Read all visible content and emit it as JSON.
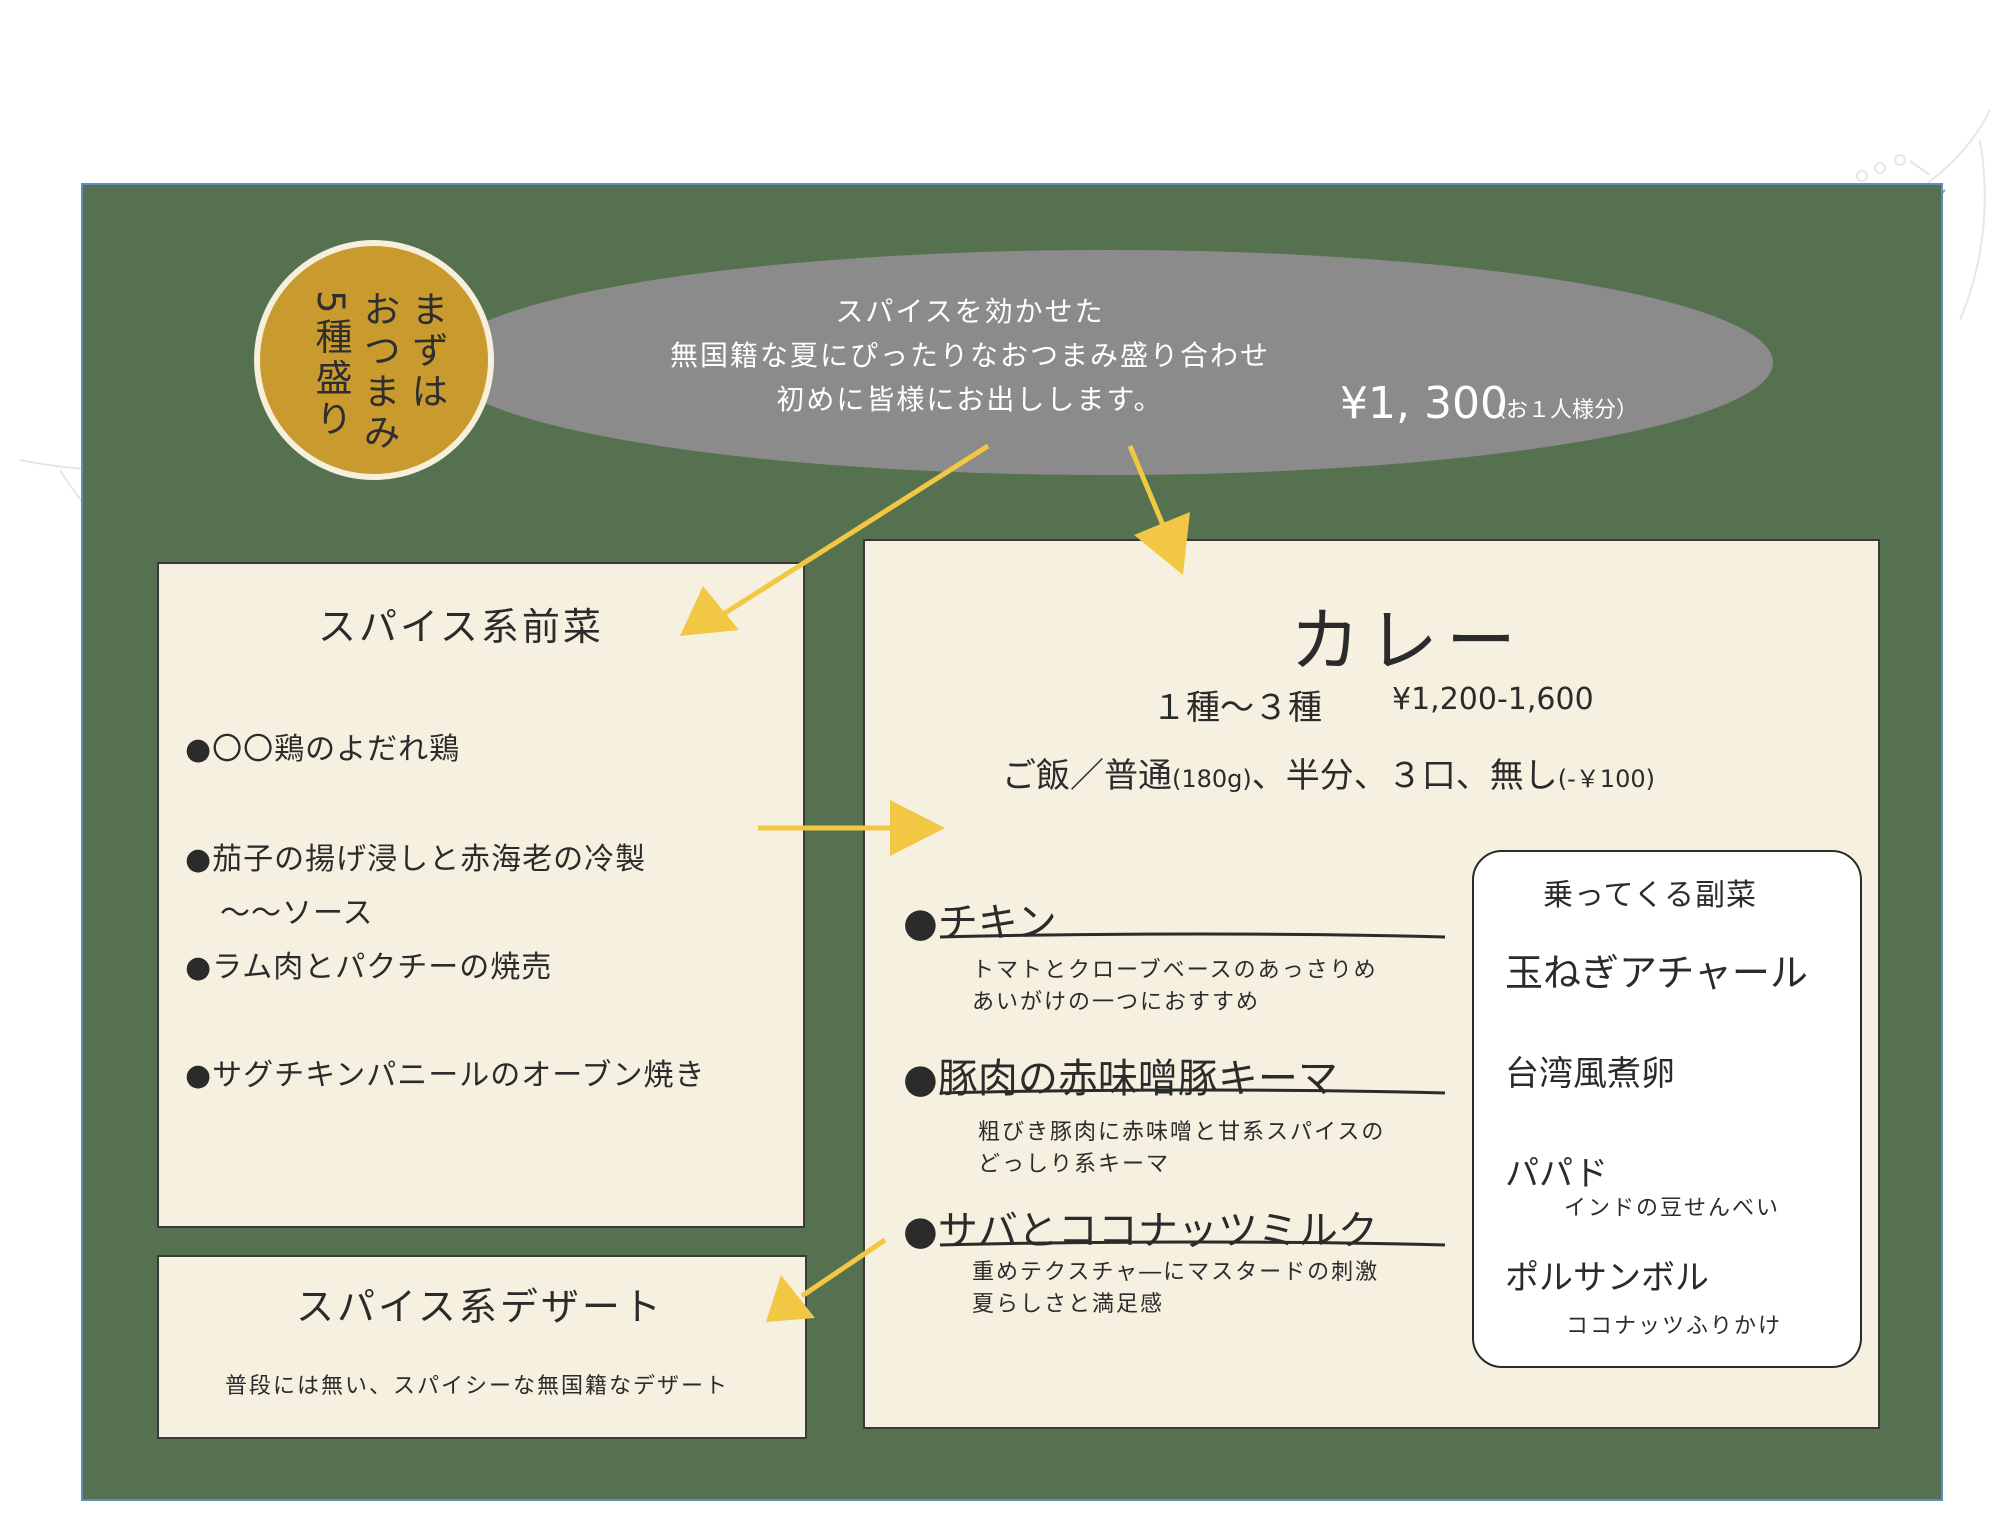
{
  "badge": {
    "lines": [
      "まずは",
      "おつまみ",
      "5種盛り"
    ]
  },
  "intro": {
    "lines": [
      "スパイスを効かせた",
      "無国籍な夏にぴったりなおつまみ盛り合わせ",
      "初めに皆様にお出しします。"
    ],
    "price": "¥1, 300",
    "price_note": "（お１人様分）"
  },
  "appetizers": {
    "title": "スパイス系前菜",
    "items": [
      "●〇〇鶏のよだれ鶏",
      "●茄子の揚げ浸しと赤海老の冷製",
      "〜〜ソース",
      "●ラム肉とパクチーの焼売",
      "●サグチキンパニールのオーブン焼き"
    ]
  },
  "dessert": {
    "title": "スパイス系デザート",
    "description": "普段には無い、スパイシーな無国籍なデザート"
  },
  "curry": {
    "title": "カレー",
    "count": "１種〜３種",
    "price": "¥1,200-1,600",
    "rice_prefix": "ご飯／普通",
    "rice_weight": "(180g)",
    "rice_options": "、半分、３口、無し",
    "rice_discount": "(-￥100)",
    "items": [
      {
        "name": "●チキン",
        "desc1": "トマトとクローブベースのあっさりめ",
        "desc2": "あいがけの一つにおすすめ"
      },
      {
        "name": "●豚肉の赤味噌豚キーマ",
        "desc1": "粗びき豚肉に赤味噌と甘系スパイスの",
        "desc2": "どっしり系キーマ"
      },
      {
        "name": "●サバとココナッツミルク",
        "desc1": "重めテクスチャ―にマスタードの刺激",
        "desc2": "夏らしさと満足感"
      }
    ]
  },
  "sides": {
    "title": "乗ってくる副菜",
    "items": [
      {
        "name": "玉ねぎアチャール",
        "note": ""
      },
      {
        "name": "台湾風煮卵",
        "note": ""
      },
      {
        "name": "パパド",
        "note": "インドの豆せんべい"
      },
      {
        "name": "ポルサンボル",
        "note": "ココナッツふりかけ"
      }
    ]
  },
  "colors": {
    "board": "#56714f",
    "panel": "#f5f0e0",
    "bubble": "#8b8b8b",
    "badge": "#c99a2e",
    "arrow": "#f2c744"
  }
}
